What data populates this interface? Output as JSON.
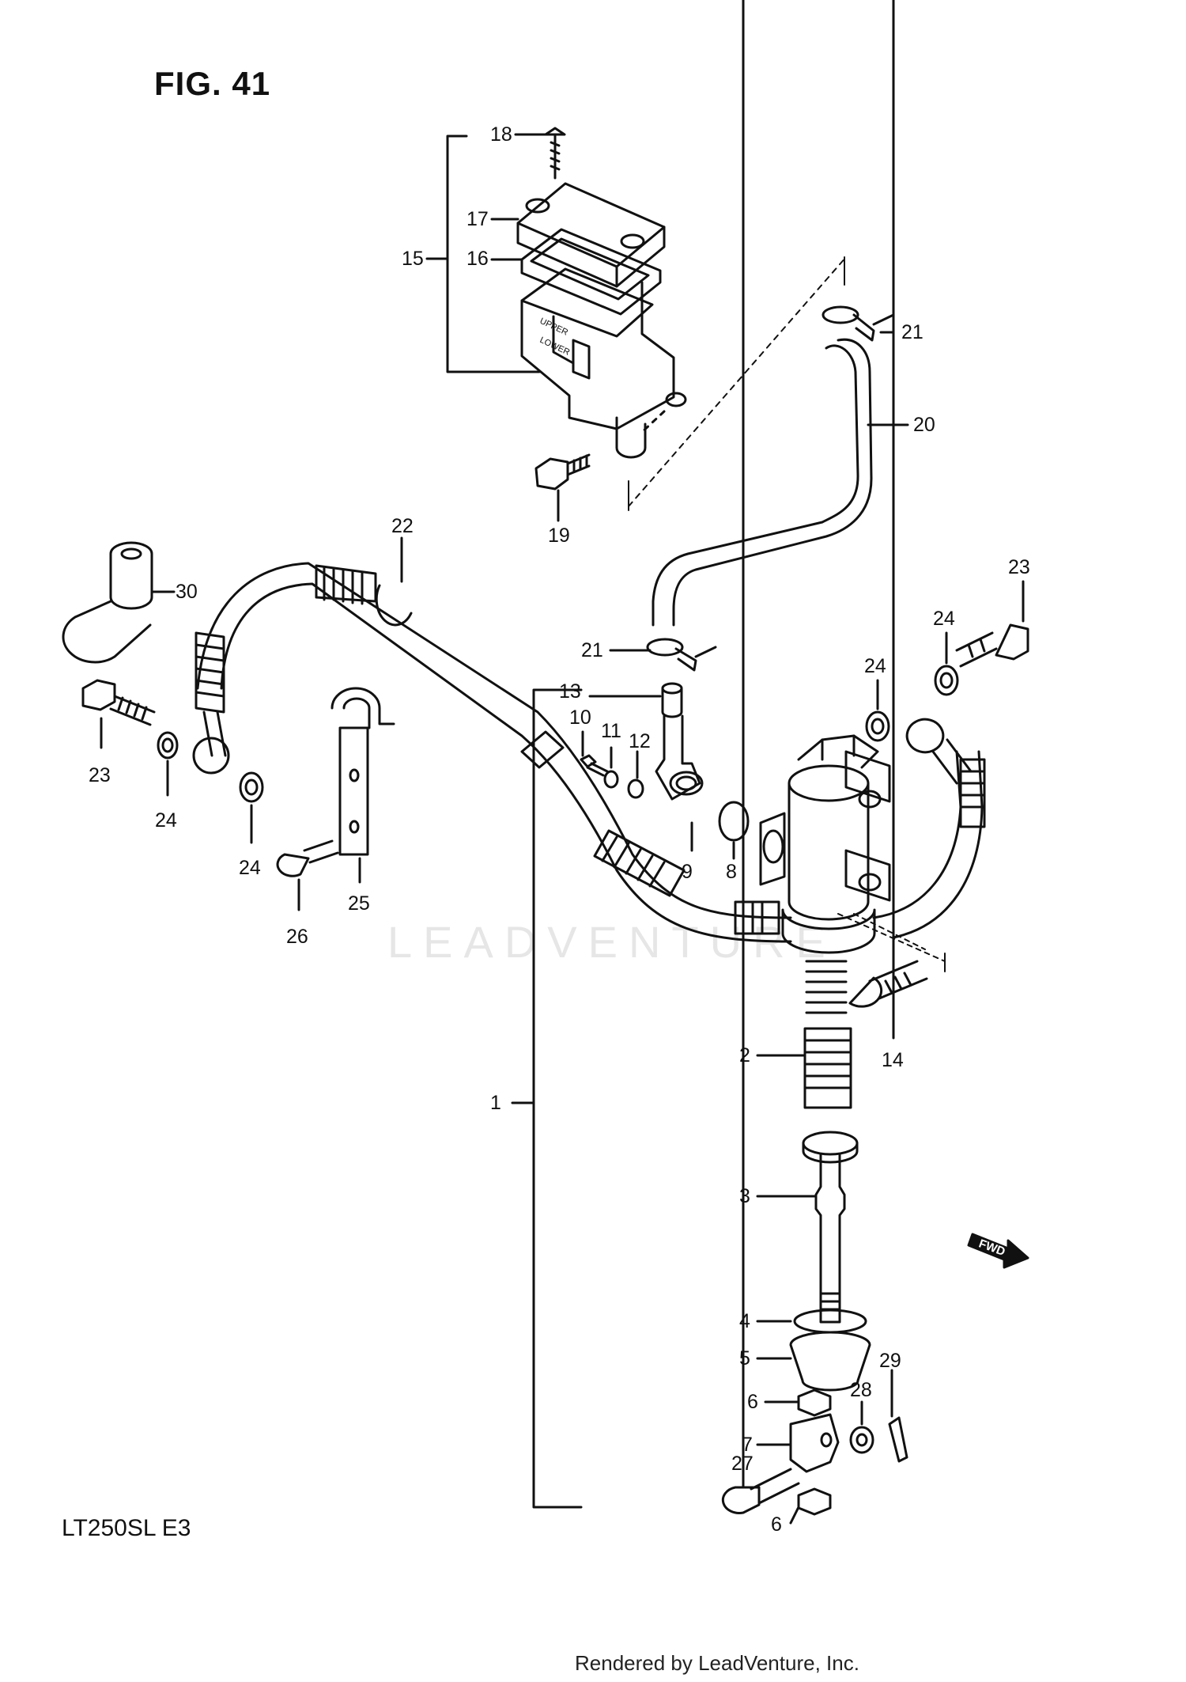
{
  "figure_title": "FIG. 41",
  "model_code": "LT250SL  E3",
  "footer": "Rendered by LeadVenture, Inc.",
  "watermark": "LEADVENTURE",
  "fwd_label": "FWD",
  "callouts": {
    "c1": "1",
    "c2": "2",
    "c3": "3",
    "c4": "4",
    "c5": "5",
    "c6a": "6",
    "c6b": "6",
    "c7": "7",
    "c8": "8",
    "c9": "9",
    "c10": "10",
    "c11": "11",
    "c12": "12",
    "c13": "13",
    "c14": "14",
    "c15": "15",
    "c16": "16",
    "c17": "17",
    "c18": "18",
    "c19": "19",
    "c20": "20",
    "c21a": "21",
    "c21b": "21",
    "c22": "22",
    "c23a": "23",
    "c23b": "23",
    "c24a": "24",
    "c24b": "24",
    "c24c": "24",
    "c24d": "24",
    "c25": "25",
    "c26": "26",
    "c27": "27",
    "c28": "28",
    "c29": "29",
    "c30": "30"
  },
  "reservoir_labels": {
    "upper": "UPPER",
    "lower": "LOWER"
  }
}
